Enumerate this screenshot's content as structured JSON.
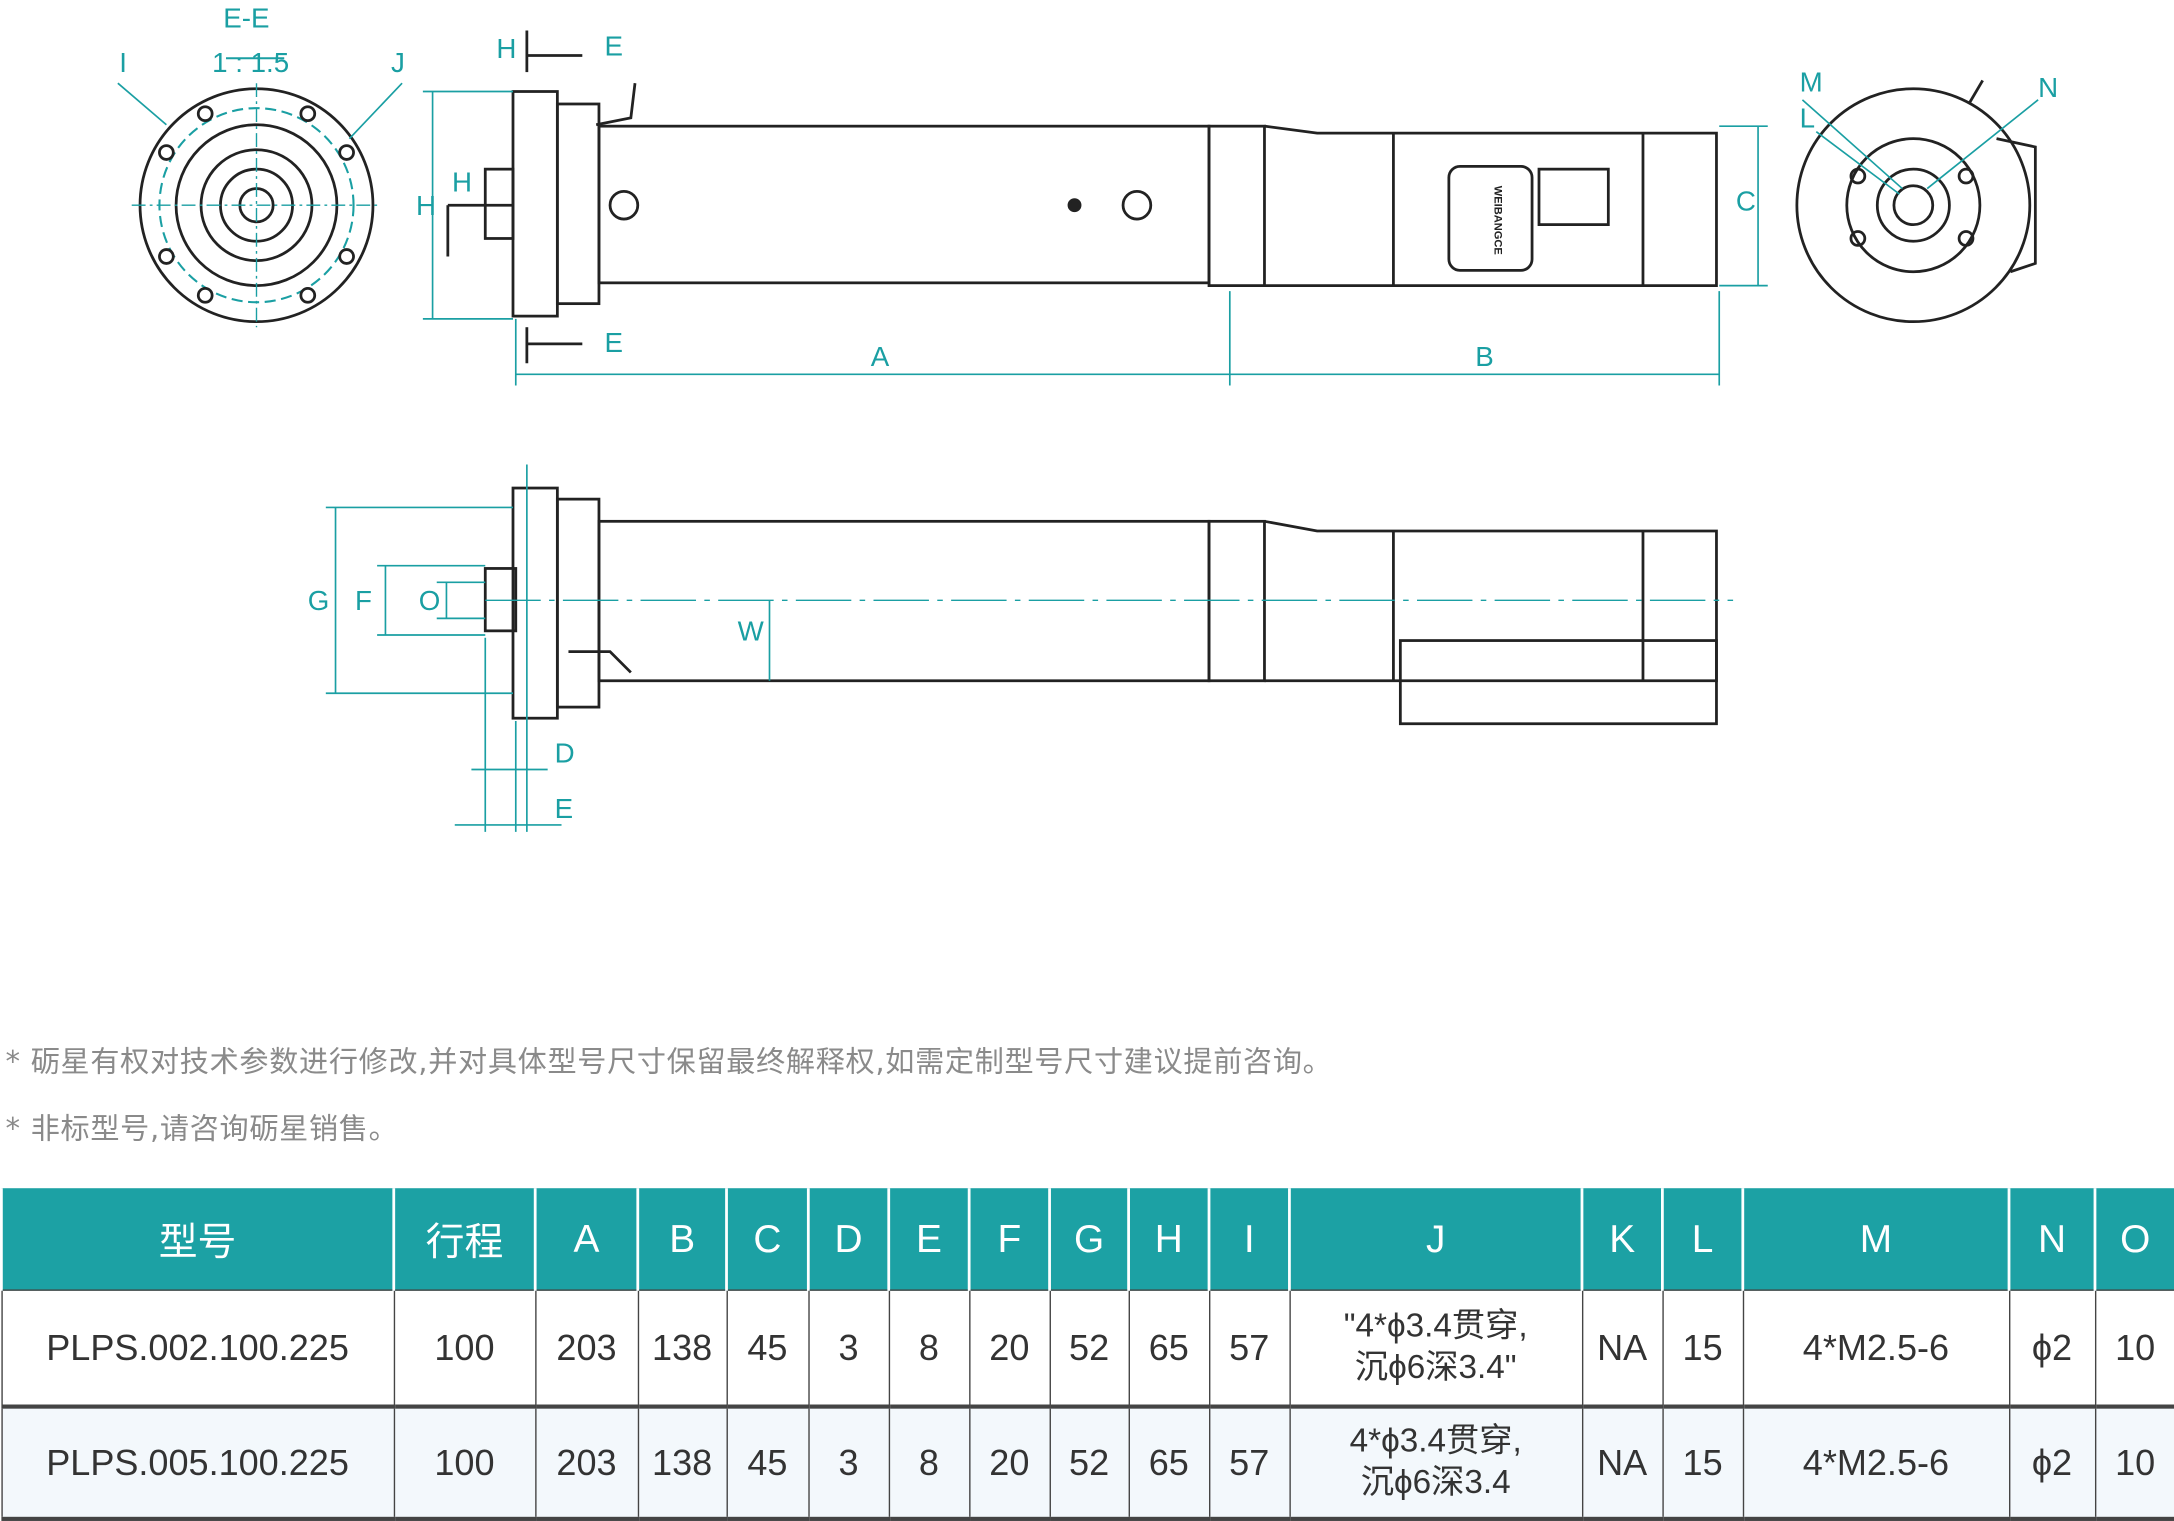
{
  "drawing_labels": {
    "section": "E-E",
    "scale": "1 : 1.5",
    "I": "I",
    "J": "J",
    "H": "H",
    "E": "E",
    "A": "A",
    "B": "B",
    "C": "C",
    "M": "M",
    "N": "N",
    "L": "L",
    "G": "G",
    "F": "F",
    "O": "O",
    "W": "W",
    "D": "D",
    "brand_mark": "WEIBANGCE"
  },
  "notes": [
    "*  砺星有权对技术参数进行修改,并对具体型号尺寸保留最终解释权,如需定制型号尺寸建议提前咨询。",
    "* 非标型号,请咨询砺星销售。"
  ],
  "table": {
    "headers": [
      "型号",
      "行程",
      "A",
      "B",
      "C",
      "D",
      "E",
      "F",
      "G",
      "H",
      "I",
      "J",
      "K",
      "L",
      "M",
      "N",
      "O"
    ],
    "rows": [
      [
        "PLPS.002.100.225",
        "100",
        "203",
        "138",
        "45",
        "3",
        "8",
        "20",
        "52",
        "65",
        "57",
        "\"4*ϕ3.4贯穿,\n沉ϕ6深3.4\"",
        "NA",
        "15",
        "4*M2.5-6",
        "ϕ2",
        "10"
      ],
      [
        "PLPS.005.100.225",
        "100",
        "203",
        "138",
        "45",
        "3",
        "8",
        "20",
        "52",
        "65",
        "57",
        "4*ϕ3.4贯穿,\n沉ϕ6深3.4",
        "NA",
        "15",
        "4*M2.5-6",
        "ϕ2",
        "10"
      ]
    ]
  },
  "colors": {
    "header_bg": "#1ca1a4",
    "dimension": "#1a9fa3",
    "line": "#222222"
  }
}
